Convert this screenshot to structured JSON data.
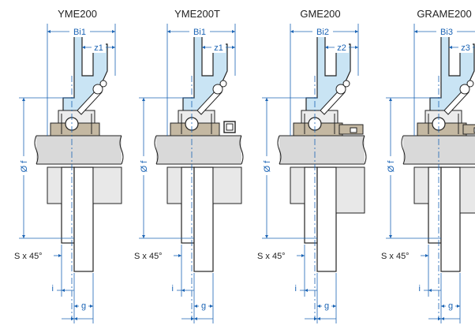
{
  "views": [
    {
      "title": "YME200",
      "width_label": "Bi1",
      "offset_label": "z1",
      "variant": "plain"
    },
    {
      "title": "YME200T",
      "width_label": "Bi1",
      "offset_label": "z1",
      "variant": "t-collar"
    },
    {
      "title": "GME200",
      "width_label": "Bi2",
      "offset_label": "z2",
      "variant": "collar"
    },
    {
      "title": "GRAME200",
      "width_label": "Bi3",
      "offset_label": "z3",
      "variant": "collar-wide"
    }
  ],
  "common_labels": {
    "diameter": "Ø f",
    "chamfer": "S x 45°",
    "i": "i",
    "g": "g"
  },
  "colors": {
    "dimension": "#1b64b5",
    "housing_fill": "#c9e4f4",
    "shaft_fill": "#d9d9d9",
    "outline": "#222222",
    "bearing_fill": "#c4b8a2"
  }
}
